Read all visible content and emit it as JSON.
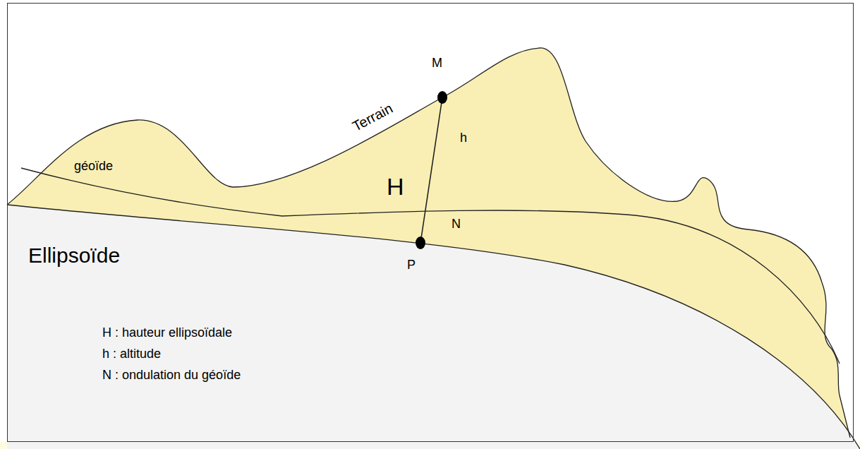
{
  "diagram": {
    "labels": [
      "M",
      "Terrain",
      "h",
      "géoïde",
      "H",
      "N",
      "Ellipsoïde",
      "P",
      "H : hauteur ellipsoïdale",
      "h : altitude",
      "N : ondulation du géoïde"
    ]
  }
}
